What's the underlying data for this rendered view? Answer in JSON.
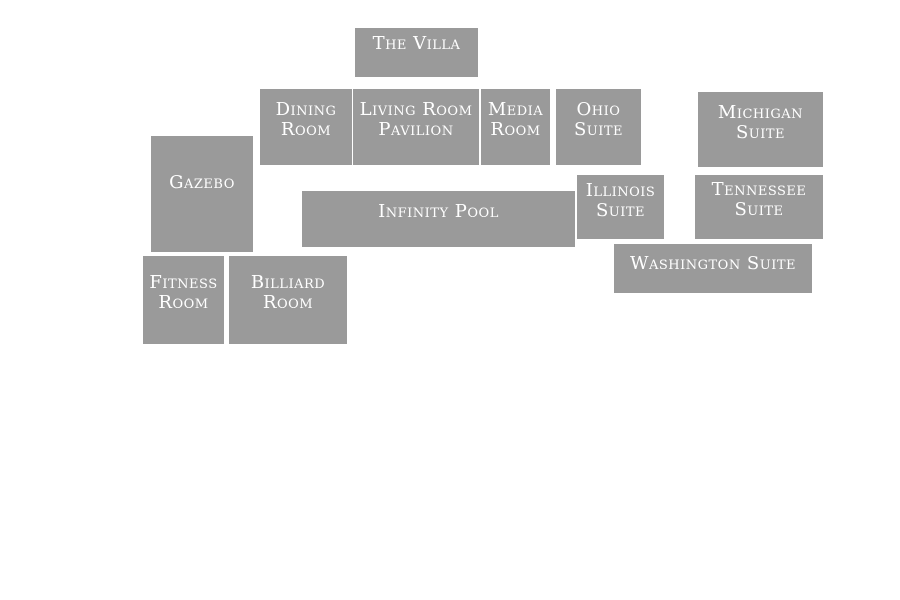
{
  "colors": {
    "room_fill": "#9a9a9a",
    "label_text": "#ffffff",
    "background": "#ffffff"
  },
  "rooms": {
    "the_villa": {
      "lines": [
        "The Villa"
      ]
    },
    "dining_room": {
      "lines": [
        "Dining",
        "Room"
      ]
    },
    "living_room_pavilion": {
      "lines": [
        "Living Room",
        "Pavilion"
      ]
    },
    "media_room": {
      "lines": [
        "Media",
        "Room"
      ]
    },
    "ohio_suite": {
      "lines": [
        "Ohio",
        "Suite"
      ]
    },
    "michigan_suite": {
      "lines": [
        "Michigan",
        "Suite"
      ]
    },
    "gazebo": {
      "lines": [
        "Gazebo"
      ]
    },
    "infinity_pool": {
      "lines": [
        "Infinity Pool"
      ]
    },
    "illinois_suite": {
      "lines": [
        "Illinois",
        "Suite"
      ]
    },
    "tennessee_suite": {
      "lines": [
        "Tennessee",
        "Suite"
      ]
    },
    "washington_suite": {
      "lines": [
        "Washington Suite"
      ]
    },
    "fitness_room": {
      "lines": [
        "Fitness",
        "Room"
      ]
    },
    "billiard_room": {
      "lines": [
        "Billiard",
        "Room"
      ]
    }
  }
}
